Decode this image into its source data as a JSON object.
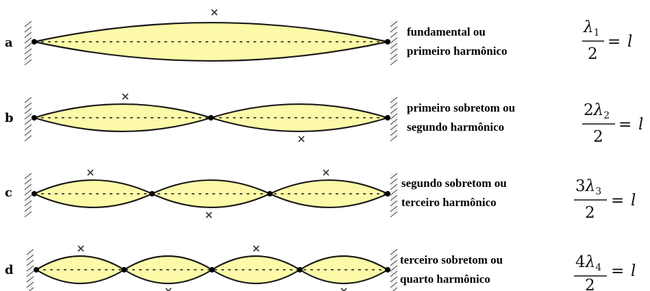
{
  "rows": [
    {
      "letter": "a",
      "n": 1,
      "caption_line1": "fundamental ou",
      "caption_line2": "primeiro harmônico",
      "formula": {
        "coef": "",
        "lambda": "λ",
        "sub": "1",
        "denominator": "2",
        "rhs": "l"
      }
    },
    {
      "letter": "b",
      "n": 2,
      "caption_line1": "primeiro sobretom ou",
      "caption_line2": "segundo harmônico",
      "formula": {
        "coef": "2",
        "lambda": "λ",
        "sub": "2",
        "denominator": "2",
        "rhs": "l"
      }
    },
    {
      "letter": "c",
      "n": 3,
      "caption_line1": "segundo sobretom ou",
      "caption_line2": "terceiro harmônico",
      "formula": {
        "coef": "3",
        "lambda": "λ",
        "sub": "3",
        "denominator": "2",
        "rhs": "l"
      }
    },
    {
      "letter": "d",
      "n": 4,
      "caption_line1": "terceiro sobretom ou",
      "caption_line2": "quarto harmônico",
      "formula": {
        "coef": "4",
        "lambda": "λ",
        "sub": "4",
        "denominator": "2",
        "rhs": "l"
      }
    }
  ],
  "colors": {
    "loop_fill": "#fcfaa8",
    "outline": "#1a1a1a",
    "node": "#000000"
  }
}
